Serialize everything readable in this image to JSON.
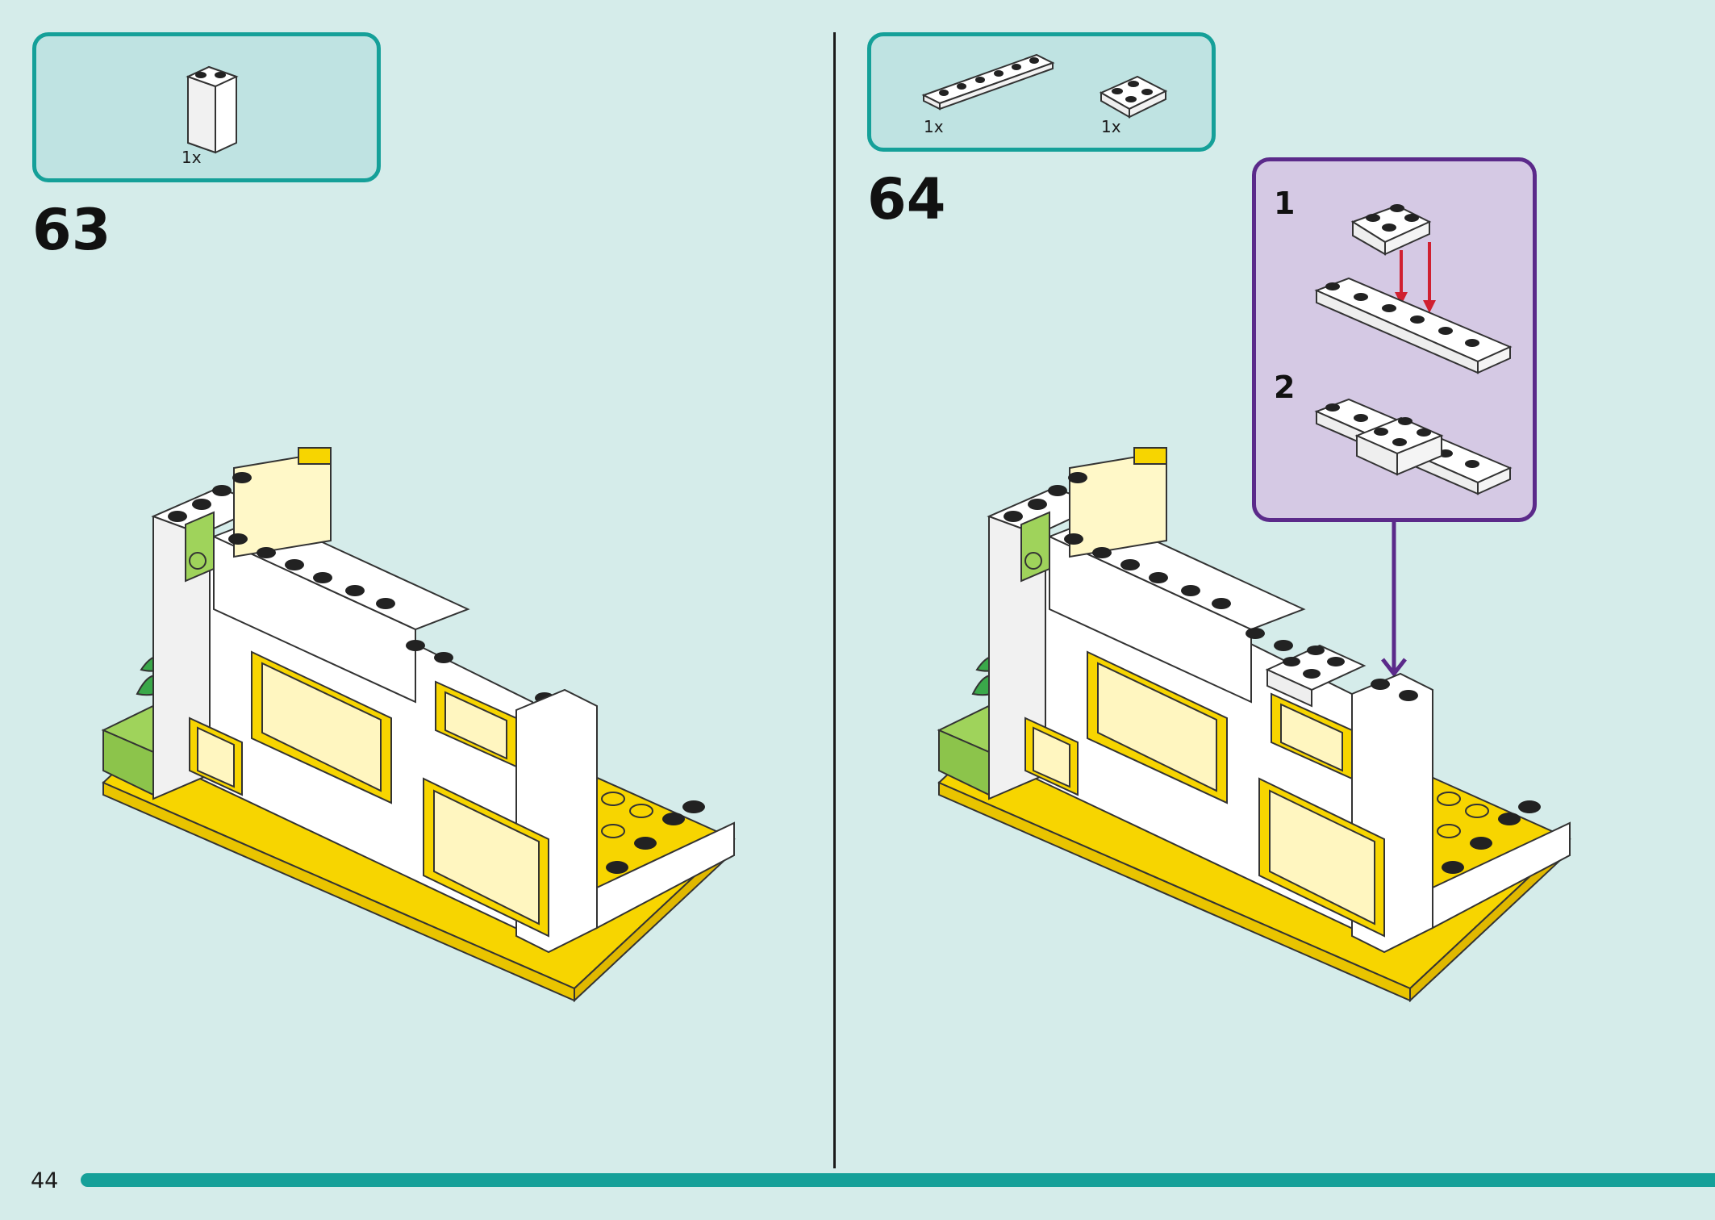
{
  "page": {
    "number": "44"
  },
  "steps": [
    {
      "number": "63",
      "parts": [
        {
          "qty": "1x",
          "icon": "white-brick-1x2x3"
        }
      ]
    },
    {
      "number": "64",
      "parts": [
        {
          "qty": "1x",
          "icon": "white-plate-1x6"
        },
        {
          "qty": "1x",
          "icon": "white-plate-2x2"
        }
      ],
      "substeps": [
        {
          "number": "1"
        },
        {
          "number": "2"
        }
      ]
    }
  ],
  "colors": {
    "background": "#d5ecea",
    "accent": "#15a099",
    "substep_border": "#5b2a8a",
    "yellow": "#f7d500"
  }
}
